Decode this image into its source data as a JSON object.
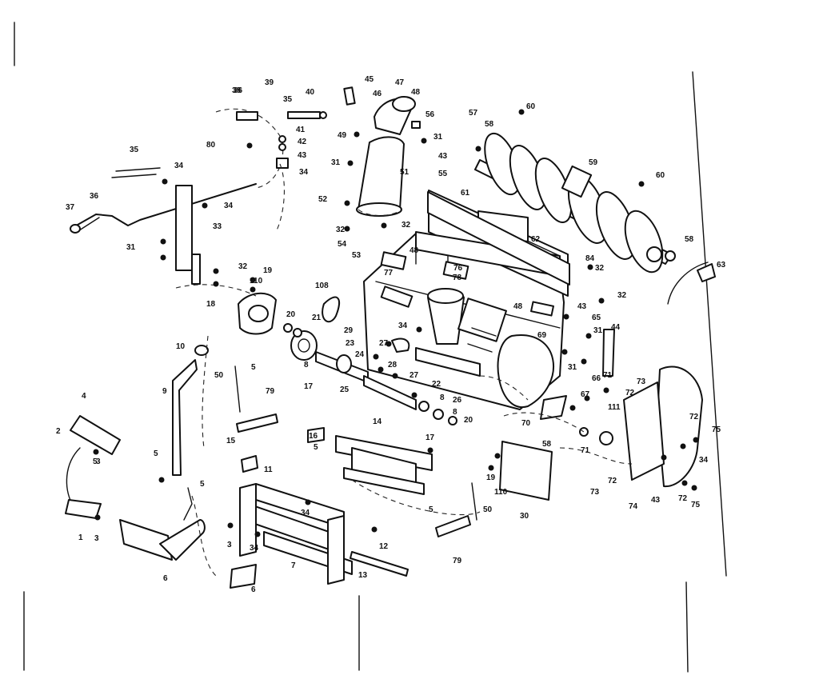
{
  "diagram": {
    "part_labels": [
      "1",
      "2",
      "3",
      "4",
      "5",
      "6",
      "7",
      "8",
      "9",
      "10",
      "11",
      "12",
      "13",
      "14",
      "15",
      "16",
      "17",
      "18",
      "19",
      "20",
      "21",
      "22",
      "23",
      "24",
      "25",
      "26",
      "27",
      "28",
      "29",
      "30",
      "31",
      "32",
      "33",
      "34",
      "35",
      "36",
      "37",
      "38",
      "39",
      "40",
      "41",
      "42",
      "43",
      "44",
      "45",
      "46",
      "47",
      "48",
      "49",
      "50",
      "51",
      "52",
      "53",
      "54",
      "55",
      "56",
      "57",
      "58",
      "59",
      "60",
      "61",
      "62",
      "63",
      "65",
      "66",
      "67",
      "69",
      "70",
      "71",
      "72",
      "73",
      "74",
      "75",
      "76",
      "77",
      "78",
      "79",
      "80",
      "84",
      "108",
      "110",
      "111"
    ]
  }
}
